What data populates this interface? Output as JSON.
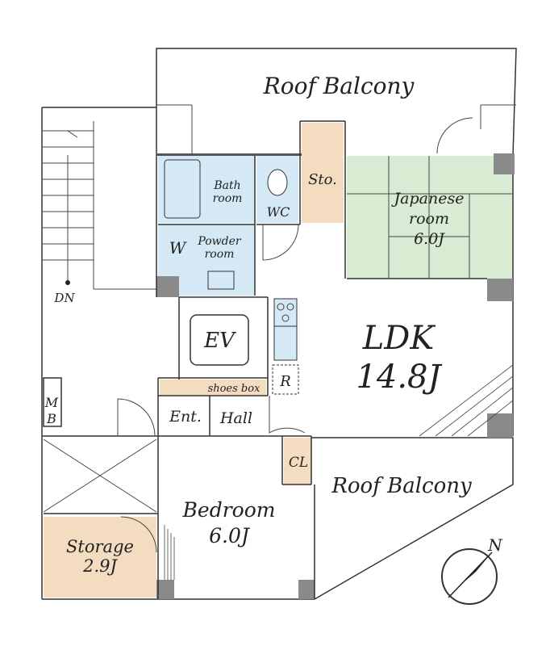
{
  "rooms": {
    "roof_balcony_top": "Roof Balcony",
    "roof_balcony_right": "Roof Balcony",
    "bath_room_line1": "Bath",
    "bath_room_line2": "room",
    "wc": "WC",
    "storage_small": "Sto.",
    "japanese_room_line1": "Japanese",
    "japanese_room_line2": "room",
    "japanese_room_size": "6.0J",
    "washer": "W",
    "powder_room_line1": "Powder",
    "powder_room_line2": "room",
    "dn": "DN",
    "ev": "EV",
    "ldk": "LDK",
    "ldk_size": "14.8J",
    "refrigerator": "R",
    "shoes_box": "shoes box",
    "mb_line1": "M",
    "mb_line2": "B",
    "entrance": "Ent.",
    "hall": "Hall",
    "closet": "CL",
    "bedroom": "Bedroom",
    "bedroom_size": "6.0J",
    "storage": "Storage",
    "storage_size": "2.9J",
    "north": "N"
  },
  "colors": {
    "wet_area": "#d4e8f5",
    "tatami": "#d7ecd2",
    "storage": "#f4dcc0",
    "wall": "#8a8a8a",
    "line": "#333333"
  }
}
